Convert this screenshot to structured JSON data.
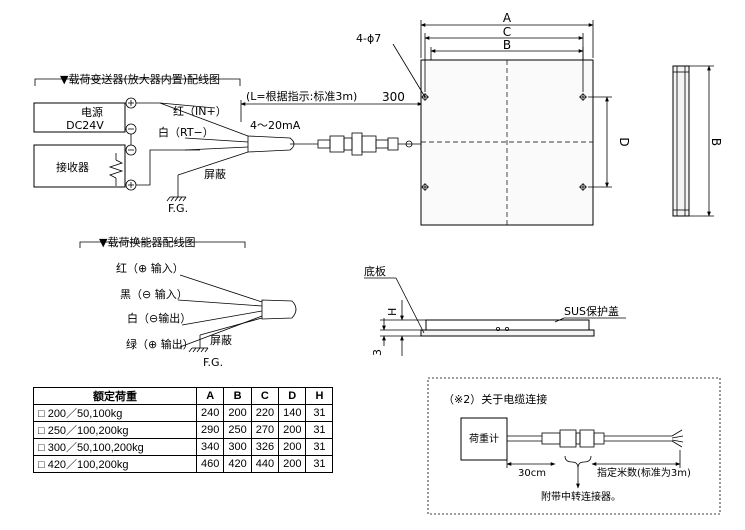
{
  "transmitter_wiring": {
    "title": "▼载荷变送器(放大器内置)配线图",
    "power_label": "电源",
    "power_voltage": "DC24V",
    "receiver_label": "接收器",
    "wire_red": "红（IN+）",
    "wire_white": "白（RT−）",
    "signal": "4～20mA",
    "shield": "屏蔽",
    "ground": "F.G.",
    "length_note": "(L=根据指示:标准3m)",
    "dim_300": "300"
  },
  "converter_wiring": {
    "title": "▼载荷换能器配线图",
    "wire_red": "红（⊕ 输入）",
    "wire_black": "黑（⊖ 输入）",
    "wire_white": "白（⊖输出）",
    "wire_green": "绿（⊕ 输出）",
    "shield": "屏蔽",
    "ground": "F.G."
  },
  "plate_drawing": {
    "dim_a": "A",
    "dim_b": "B",
    "dim_c": "C",
    "dim_d": "D",
    "holes": "4-ϕ7",
    "base_plate": "底板",
    "cover": "SUS保护盖",
    "dim_h": "H",
    "dim_3": "3"
  },
  "spec_table": {
    "headers": [
      "额定荷重",
      "A",
      "B",
      "C",
      "D",
      "H"
    ],
    "rows": [
      [
        "□ 200／50,100kg",
        "240",
        "200",
        "220",
        "140",
        "31"
      ],
      [
        "□ 250／100,200kg",
        "290",
        "250",
        "270",
        "200",
        "31"
      ],
      [
        "□ 300／50,100,200kg",
        "340",
        "300",
        "326",
        "200",
        "31"
      ],
      [
        "□ 420／100,200kg",
        "460",
        "420",
        "440",
        "200",
        "31"
      ]
    ]
  },
  "cable_note": {
    "title": "（※2）关于电缆连接",
    "load_meter": "荷重计",
    "dim_30cm": "30cm",
    "specified_length": "指定米数(标准为3m)",
    "adapter_note": "附带中转连接器。"
  }
}
